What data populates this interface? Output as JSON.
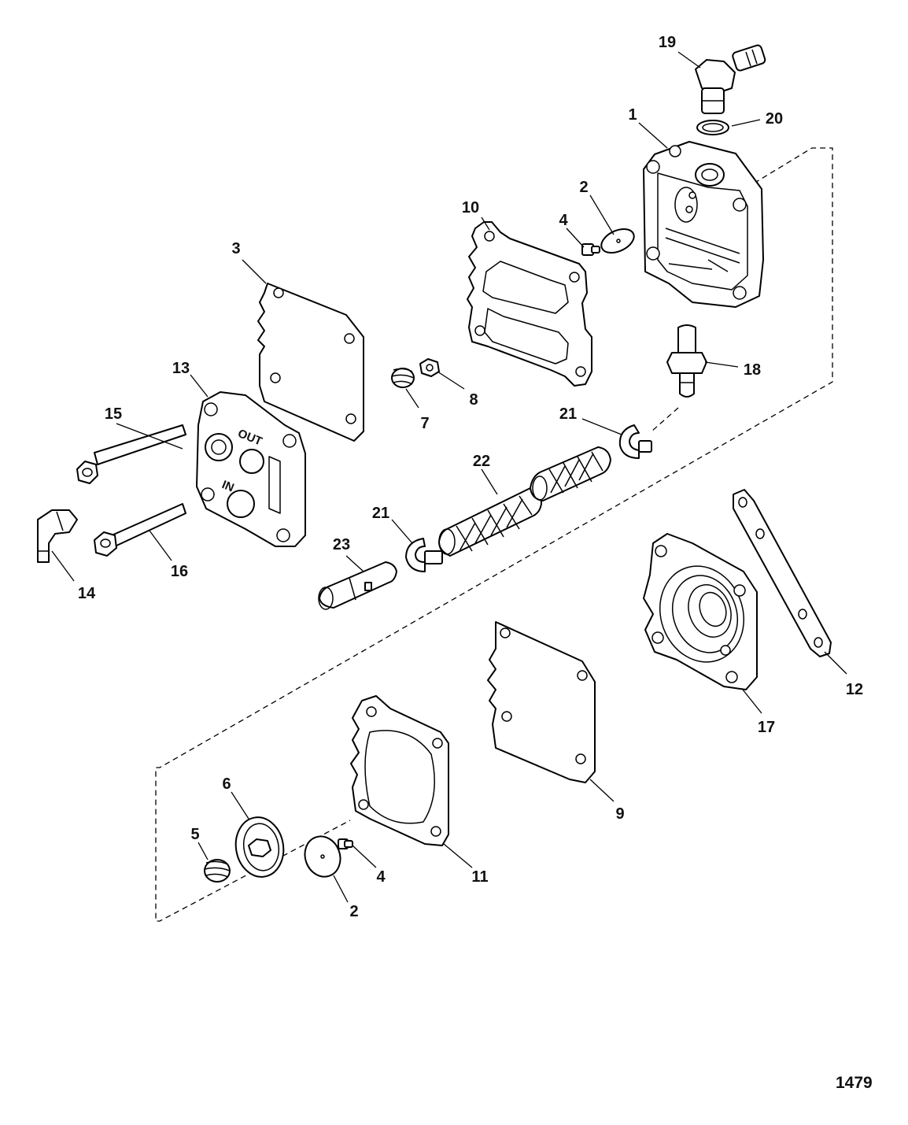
{
  "figure_number": "1479",
  "callouts": [
    "19",
    "20",
    "1",
    "2",
    "4",
    "10",
    "3",
    "13",
    "8",
    "7",
    "18",
    "15",
    "21",
    "22",
    "21",
    "23",
    "14",
    "16",
    "12",
    "17",
    "9",
    "6",
    "5",
    "4",
    "2",
    "11"
  ],
  "stamps": {
    "out": "OUT",
    "in": "IN"
  }
}
